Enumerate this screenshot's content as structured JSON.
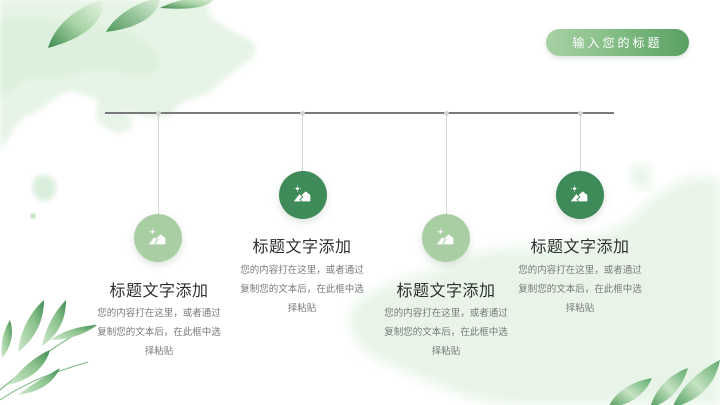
{
  "slide": {
    "title_button": "输入您的标题",
    "colors": {
      "accent_dark": "#3e8a58",
      "accent_light": "#a9cea4",
      "timeline": "#7a7a7a",
      "connector": "#d4d4d4",
      "title_text": "#2f2f2f",
      "body_text": "#7a7a7a"
    },
    "items": [
      {
        "title": "标题文字添加",
        "body": "您的内容打在这里，或者通过复制您的文本后，在此框中选择粘贴",
        "icon": "mountain-sun-icon",
        "style": "light"
      },
      {
        "title": "标题文字添加",
        "body": "您的内容打在这里，或者通过复制您的文本后，在此框中选择粘贴",
        "icon": "mountain-sun-icon",
        "style": "dark"
      },
      {
        "title": "标题文字添加",
        "body": "您的内容打在这里，或者通过复制您的文本后，在此框中选择粘贴",
        "icon": "mountain-sun-icon",
        "style": "light"
      },
      {
        "title": "标题文字添加",
        "body": "您的内容打在这里，或者通过复制您的文本后，在此框中选择粘贴",
        "icon": "mountain-sun-icon",
        "style": "dark"
      }
    ]
  }
}
